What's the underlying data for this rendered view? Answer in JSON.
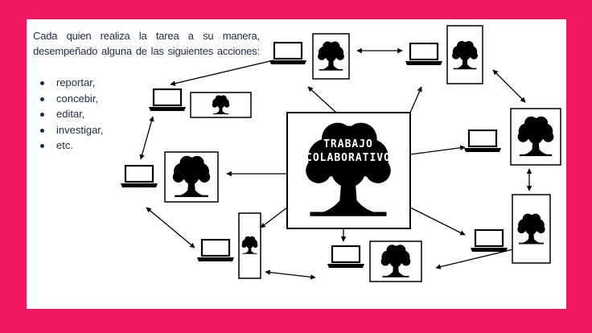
{
  "intro": {
    "line1": "Cada quien realiza la tarea a su manera,",
    "line2": "desempeñado alguna de las siguientes acciones:"
  },
  "actions": [
    "reportar,",
    "concebir,",
    "editar,",
    "investigar,",
    "etc."
  ],
  "center": {
    "line1": "TRABAJO",
    "line2": "COLABORATIVO"
  },
  "colors": {
    "frame": "#f0175e",
    "text": "#1b2a4a",
    "ink": "#000000"
  }
}
